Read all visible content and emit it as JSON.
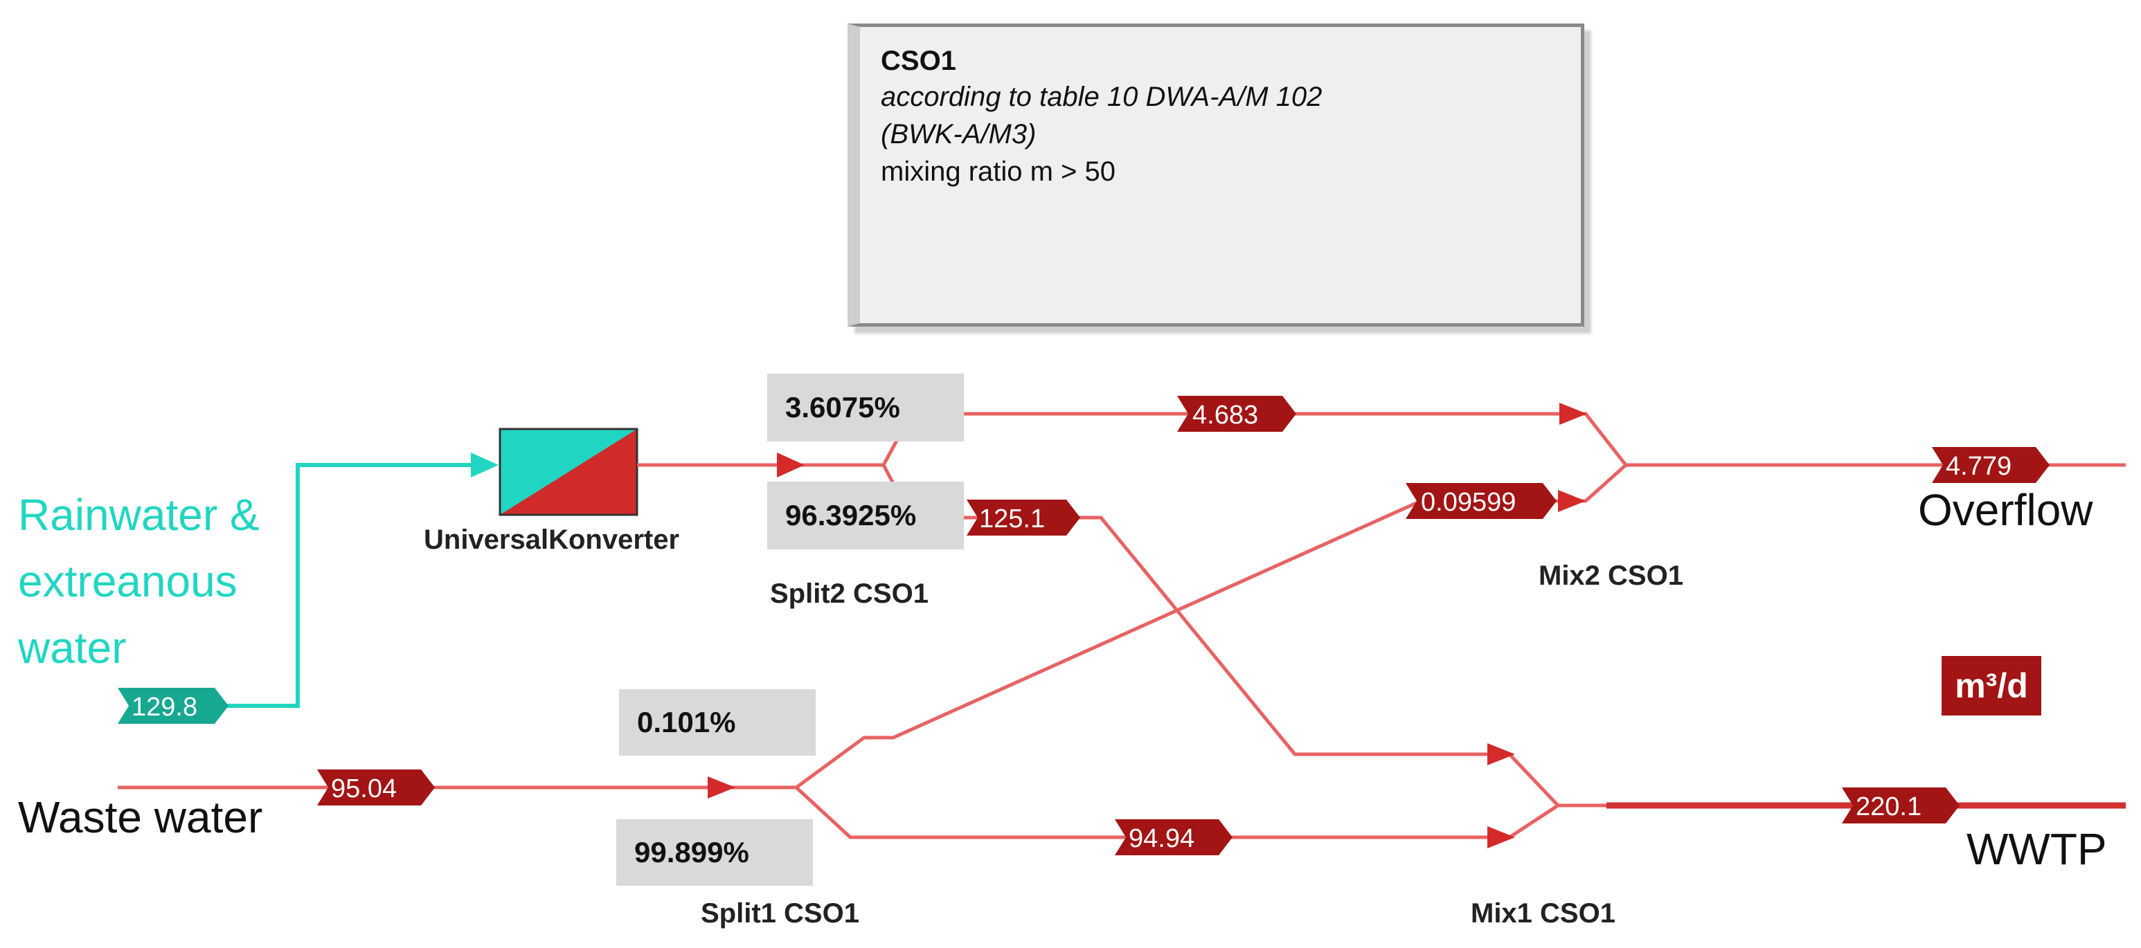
{
  "note": {
    "title": "CSO1",
    "line1": "according to table 10 DWA-A/M 102",
    "line2": "(BWK-A/M3)",
    "line3": "mixing ratio m > 50"
  },
  "percentages": {
    "split2_upper": "3.6075%",
    "split2_lower": "96.3925%",
    "split1_upper": "0.101%",
    "split1_lower": "99.899%"
  },
  "flows": {
    "rain_input": "129.8",
    "waste_input": "95.04",
    "split2_to_mix2": "4.683",
    "split2_to_mix1": "125.1",
    "split1_to_mix2": "0.09599",
    "split1_to_mix1": "94.94",
    "overflow_out": "4.779",
    "wwtp_out": "220.1"
  },
  "nodes": {
    "converter": "UniversalKonverter",
    "split2": "Split2 CSO1",
    "split1": "Split1 CSO1",
    "mix2": "Mix2 CSO1",
    "mix1": "Mix1 CSO1"
  },
  "labels": {
    "rain_line1": "Rainwater &",
    "rain_line2": "extreanous",
    "rain_line3": "water",
    "waste": "Waste water",
    "overflow": "Overflow",
    "wwtp": "WWTP",
    "unit": "m³/d"
  },
  "colors": {
    "red_line": "#e86262",
    "dark_red": "#a31414",
    "teal": "#20d6c2",
    "teal_dark": "#17a892"
  }
}
